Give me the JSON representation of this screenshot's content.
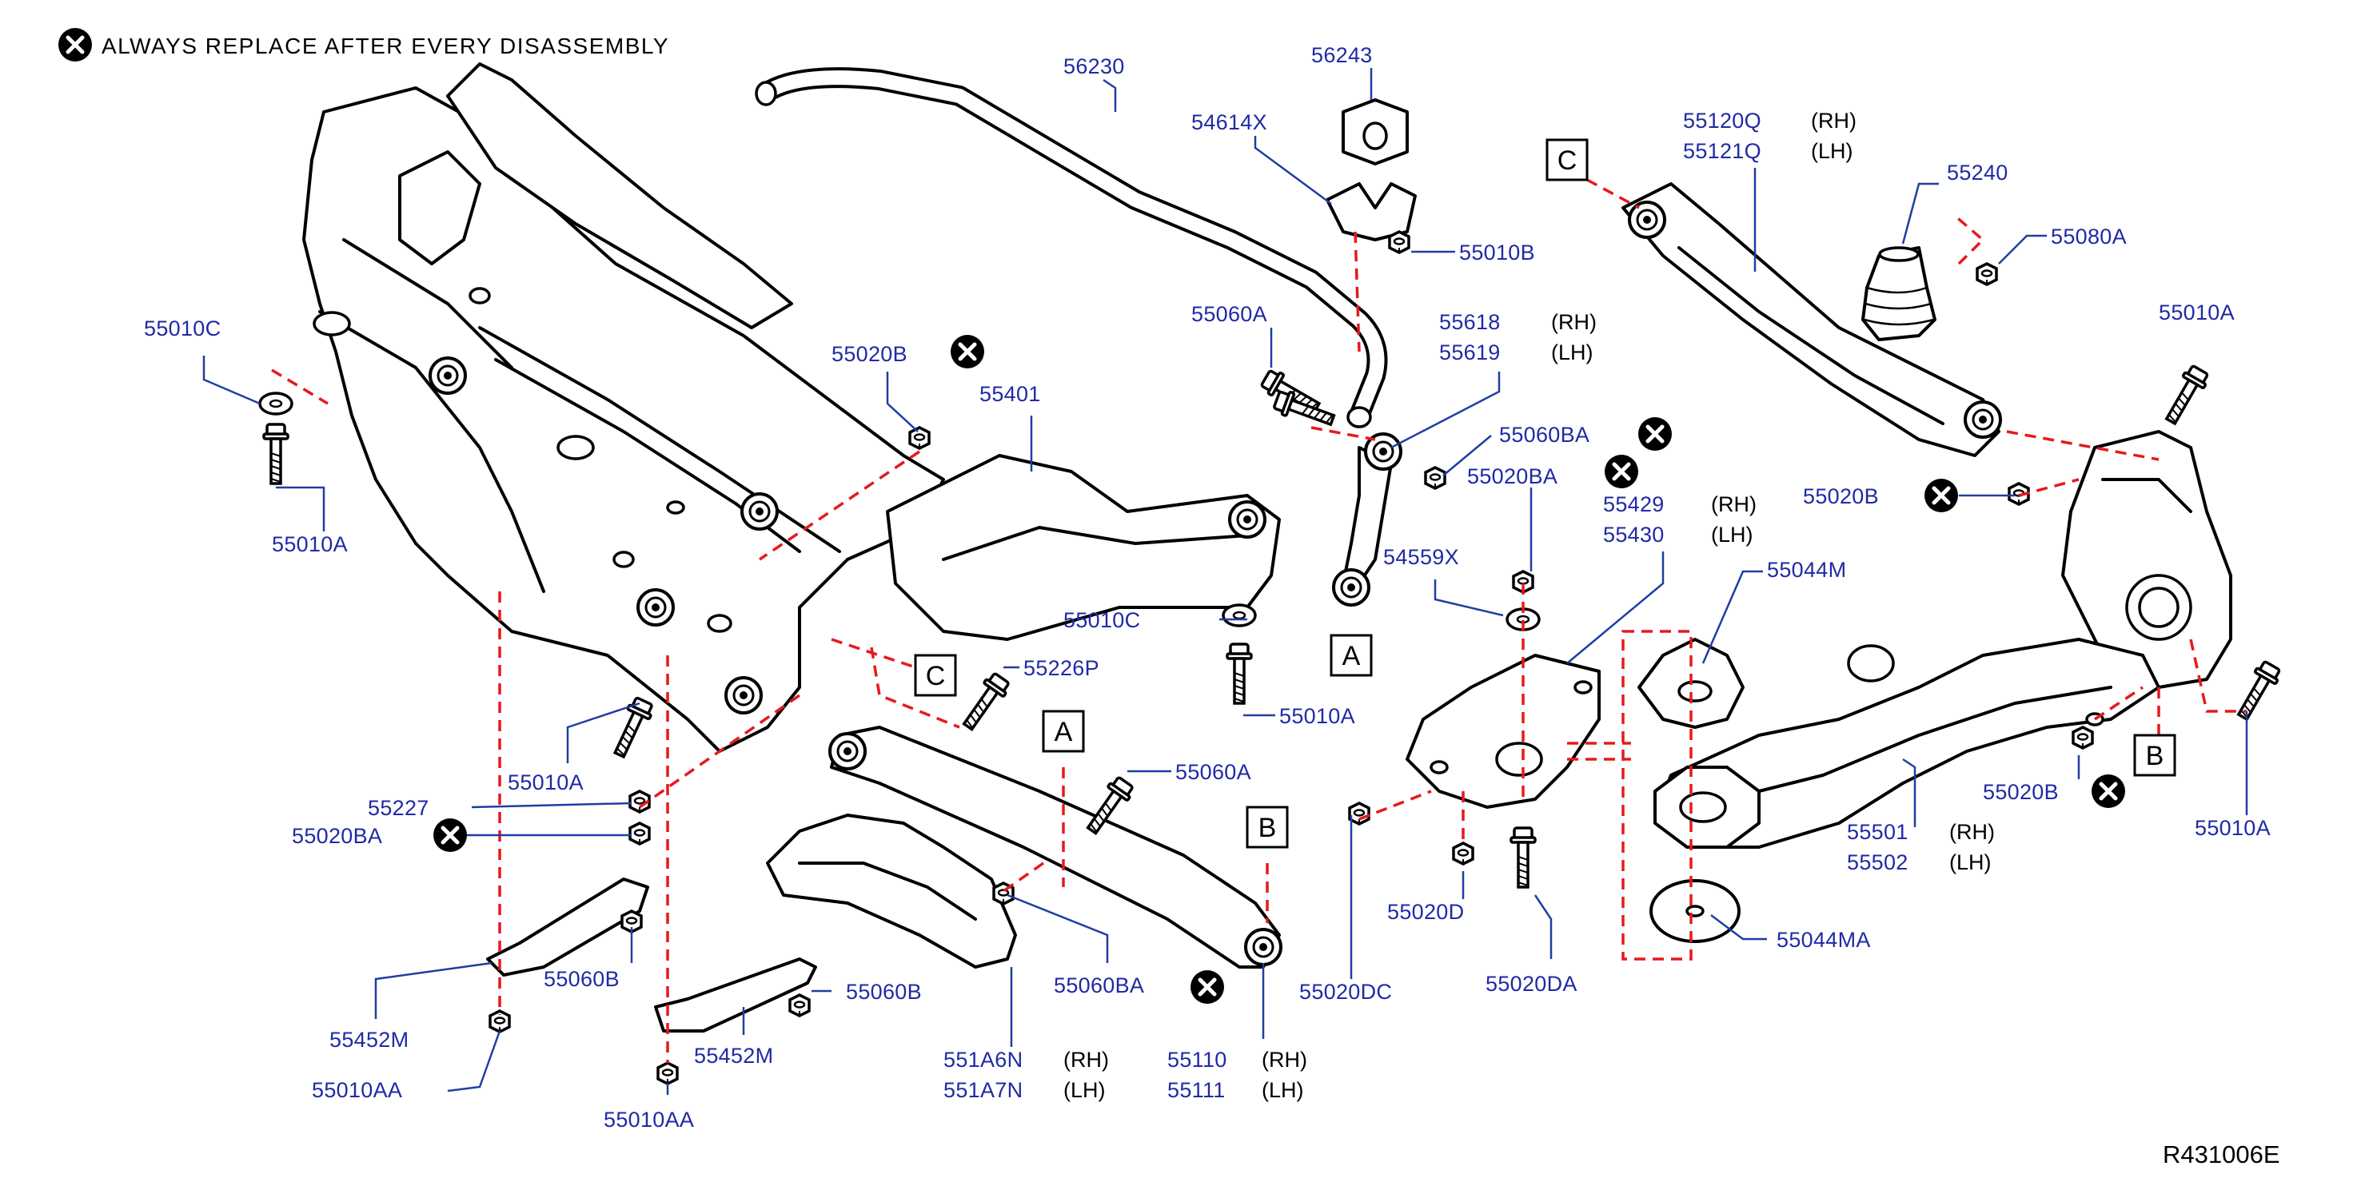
{
  "colors": {
    "label": "#1f2aa5",
    "leader": "#1f3ea3",
    "dashed": "#e6191e",
    "part_line": "#000000",
    "background": "#ffffff"
  },
  "legend": {
    "icon": "x-circle-icon",
    "text": "ALWAYS REPLACE AFTER EVERY DISASSEMBLY"
  },
  "side_labels": {
    "rh": "(RH)",
    "lh": "(LH)"
  },
  "ref_boxes": {
    "a": "A",
    "b": "B",
    "c": "C"
  },
  "figure_id": "R431006E",
  "labels": {
    "p56230": "56230",
    "p56243": "56243",
    "p54614x": "54614X",
    "p55010b": "55010B",
    "p55010c_left": "55010C",
    "p55010a_left": "55010A",
    "p55020b_frame": "55020B",
    "p55401": "55401",
    "p55060a_top": "55060A",
    "p55618": "55618",
    "p55619": "55619",
    "p55060ba_top": "55060BA",
    "p55020ba_mid": "55020BA",
    "p54559x": "54559X",
    "p55429": "55429",
    "p55430": "55430",
    "p55120q": "55120Q",
    "p55121q": "55121Q",
    "p55240": "55240",
    "p55080a": "55080A",
    "p55010a_right_top": "55010A",
    "p55020b_right_top": "55020B",
    "p55044m": "55044M",
    "p55010c_mid": "55010C",
    "p55226p": "55226P",
    "p55010a_mid": "55010A",
    "p55010a_lower_left": "55010A",
    "p55227": "55227",
    "p55020ba_left": "55020BA",
    "p55060a_mid": "55060A",
    "p55060ba_bottom": "55060BA",
    "p55452m_left": "55452M",
    "p55060b_left": "55060B",
    "p55010aa_left": "55010AA",
    "p55452m_mid": "55452M",
    "p55060b_mid": "55060B",
    "p55010aa_mid": "55010AA",
    "p551a6n": "551A6N",
    "p551a7n": "551A7N",
    "p55110": "55110",
    "p55111": "55111",
    "p55020dc": "55020DC",
    "p55020d": "55020D",
    "p55020da": "55020DA",
    "p55044ma": "55044MA",
    "p55501": "55501",
    "p55502": "55502",
    "p55020b_right_bottom": "55020B",
    "p55010a_right_bottom": "55010A"
  }
}
